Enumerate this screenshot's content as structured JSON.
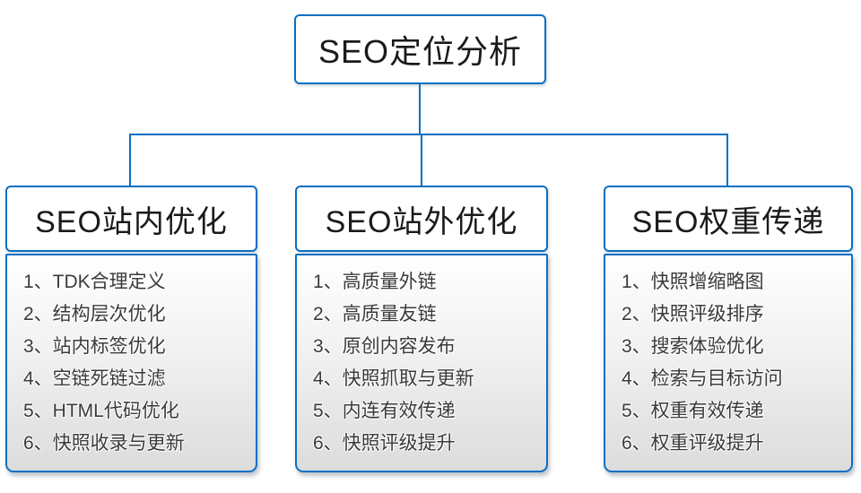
{
  "root": {
    "title": "SEO定位分析"
  },
  "columns": [
    {
      "title": "SEO站内优化",
      "items": [
        "1、TDK合理定义",
        "2、结构层次优化",
        "3、站内标签优化",
        "4、空链死链过滤",
        "5、HTML代码优化",
        "6、快照收录与更新"
      ]
    },
    {
      "title": "SEO站外优化",
      "items": [
        "1、高质量外链",
        "2、高质量友链",
        "3、原创内容发布",
        "4、快照抓取与更新",
        "5、内连有效传递",
        "6、快照评级提升"
      ]
    },
    {
      "title": "SEO权重传递",
      "items": [
        "1、快照增缩略图",
        "2、快照评级排序",
        "3、搜索体验优化",
        "4、检索与目标访问",
        "5、权重有效传递",
        "6、权重评级提升"
      ]
    }
  ],
  "colors": {
    "line": "#0a6fc2",
    "border": "#0a6fc2",
    "header_text": "#1a1a1a",
    "item_text": "#3a3a3a",
    "body_grad_end": "#dcdcdc"
  }
}
